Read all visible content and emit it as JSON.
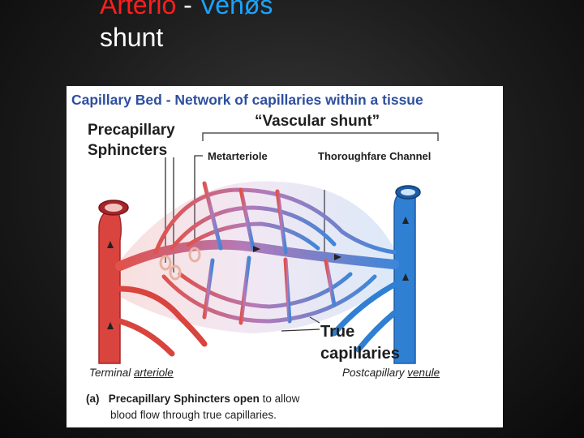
{
  "slide": {
    "title_part1": "Arterio",
    "title_sep": "-",
    "title_part2": "Venøs",
    "title_line2": "shunt"
  },
  "colors": {
    "title_red": "#ff1e1e",
    "title_blue": "#1aa3ff",
    "heading_blue": "#2e4f9e",
    "artery_red": "#d9443e",
    "vein_blue": "#2f7fd3"
  },
  "figure": {
    "heading": "Capillary Bed - Network of capillaries within a tissue",
    "labels": {
      "precapillary": "Precapillary",
      "sphincters": "Sphincters",
      "vascular_shunt": "“Vascular shunt”",
      "metarteriole": "Metarteriole",
      "thoroughfare": "Thoroughfare Channel",
      "true": "True",
      "capillaries": "capillaries",
      "terminal_prefix": "Terminal",
      "terminal_word": "arteriole",
      "post_prefix": "Postcapillary",
      "post_word": "venule"
    },
    "caption": {
      "marker": "(a)",
      "bold": "Precapillary Sphincters open",
      "rest": "to allow",
      "line2": "blood flow through true capillaries."
    }
  }
}
